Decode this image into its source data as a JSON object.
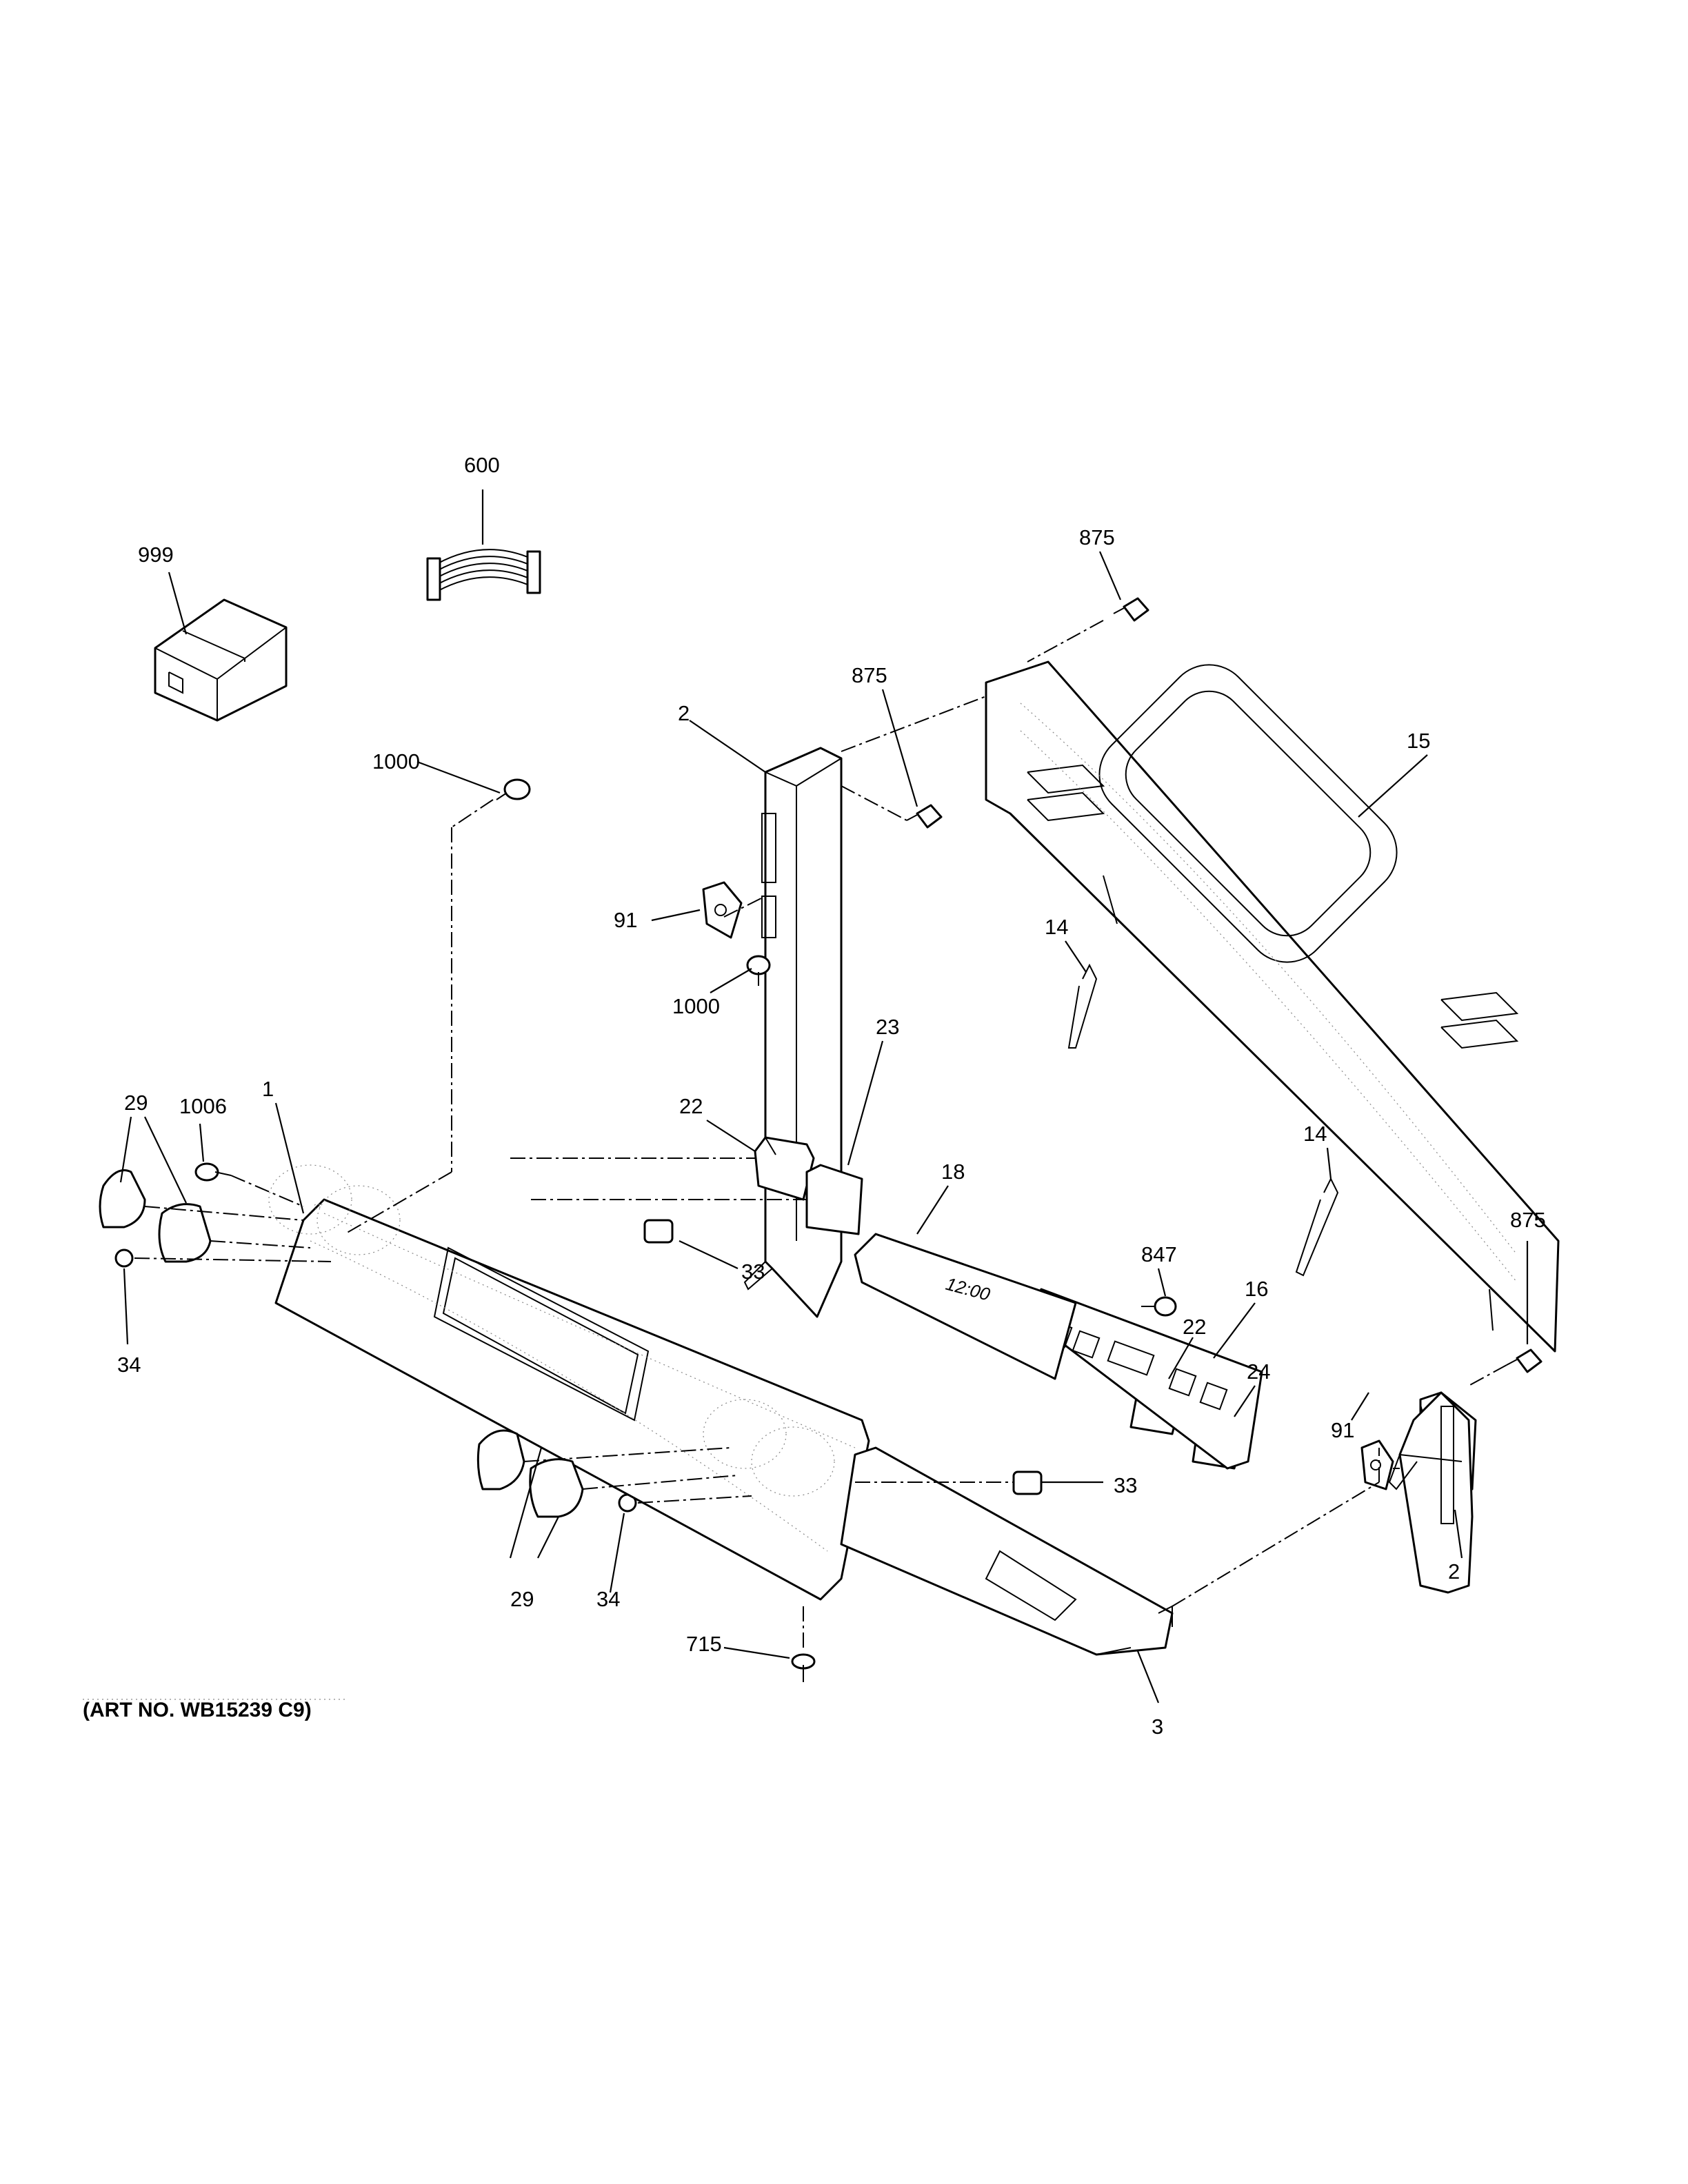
{
  "diagram": {
    "art_number": "(ART NO. WB15239 C9)",
    "display_readout": "12:00",
    "callouts": [
      {
        "id": "c-999",
        "label": "999"
      },
      {
        "id": "c-600",
        "label": "600"
      },
      {
        "id": "c-875-top",
        "label": "875"
      },
      {
        "id": "c-875-mid",
        "label": "875"
      },
      {
        "id": "c-875-right",
        "label": "875"
      },
      {
        "id": "c-2-left",
        "label": "2"
      },
      {
        "id": "c-2-right",
        "label": "2"
      },
      {
        "id": "c-15",
        "label": "15"
      },
      {
        "id": "c-1000-top",
        "label": "1000"
      },
      {
        "id": "c-1000-mid",
        "label": "1000"
      },
      {
        "id": "c-91-left",
        "label": "91"
      },
      {
        "id": "c-91-right",
        "label": "91"
      },
      {
        "id": "c-1",
        "label": "1"
      },
      {
        "id": "c-29-top",
        "label": "29"
      },
      {
        "id": "c-29-bottom",
        "label": "29"
      },
      {
        "id": "c-1006",
        "label": "1006"
      },
      {
        "id": "c-22-left",
        "label": "22"
      },
      {
        "id": "c-22-right",
        "label": "22"
      },
      {
        "id": "c-23",
        "label": "23"
      },
      {
        "id": "c-14-left",
        "label": "14"
      },
      {
        "id": "c-14-right",
        "label": "14"
      },
      {
        "id": "c-847",
        "label": "847"
      },
      {
        "id": "c-16",
        "label": "16"
      },
      {
        "id": "c-18",
        "label": "18"
      },
      {
        "id": "c-33-left",
        "label": "33"
      },
      {
        "id": "c-33-right",
        "label": "33"
      },
      {
        "id": "c-34-left",
        "label": "34"
      },
      {
        "id": "c-34-bottom",
        "label": "34"
      },
      {
        "id": "c-24",
        "label": "24"
      },
      {
        "id": "c-715",
        "label": "715"
      },
      {
        "id": "c-3",
        "label": "3"
      }
    ]
  }
}
